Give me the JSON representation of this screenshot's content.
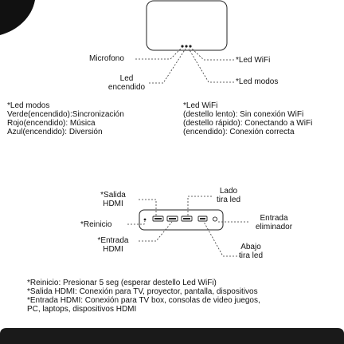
{
  "hub": {
    "labels": {
      "microfono": "Microfono",
      "led_encendido": [
        "Led",
        "encendido"
      ],
      "led_wifi": "*Led WiFi",
      "led_modos": "*Led modos"
    }
  },
  "legend_modos": {
    "title": "*Led modos",
    "lines": [
      "Verde(encendido):Sincronización",
      "Rojo(encendido): Música",
      "Azul(encendido): Diversión"
    ]
  },
  "legend_wifi": {
    "title": "*Led WiFi",
    "lines": [
      "(destello lento): Sin conexión WiFi",
      "(destello rápido): Conectando a WiFi",
      "(encendido):  Conexión correcta"
    ]
  },
  "box": {
    "labels": {
      "salida_hdmi": [
        "*Salida",
        "HDMI"
      ],
      "lado_tira_led": [
        "Lado",
        "tira led"
      ],
      "reinicio": "*Reinicio",
      "entrada_eliminador": [
        "Entrada",
        "eliminador"
      ],
      "entrada_hdmi": [
        "*Entrada",
        "HDMI"
      ],
      "abajo_tira_led": [
        "Abajo",
        "tira led"
      ]
    }
  },
  "notes": [
    "*Reinicio: Presionar 5 seg (esperar destello Led WiFi)",
    "*Salida HDMI: Conexión para TV, proyector, pantalla, dispositivos",
    "*Entrada HDMI: Conexión para TV box, consolas de video juegos,",
    "PC, laptops, dispositivos HDMI"
  ]
}
